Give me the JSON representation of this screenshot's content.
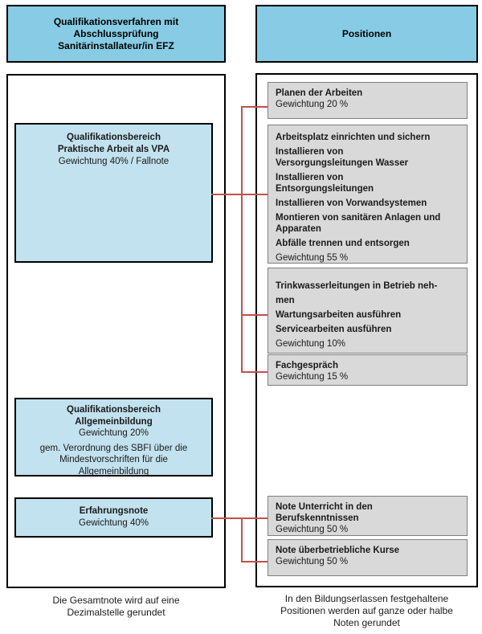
{
  "colors": {
    "header_blue": "#87CCE4",
    "content_blue": "#C2E2EF",
    "position_gray": "#D9D9D9",
    "connector_red": "#C0504D",
    "border_black": "#000000"
  },
  "headers": {
    "left_lines": [
      "Qualifikationsverfahren mit",
      "Abschlussprüfung",
      "Sanitärinstallateur/in EFZ"
    ],
    "right": "Positionen"
  },
  "qualification_areas": {
    "vpa": {
      "title_lines": [
        "Qualifikationsbereich",
        "Praktische Arbeit als VPA"
      ],
      "weight": "Gewichtung 40% / Fallnote"
    },
    "allgemeinbildung": {
      "title_lines": [
        "Qualifikationsbereich",
        "Allgemeinbildung"
      ],
      "weight": "Gewichtung 20%",
      "note_lines": [
        "gem. Verordnung des SBFI über die",
        "Mindestvorschriften für die",
        "Allgemeinbildung"
      ]
    },
    "erfahrungsnote": {
      "title": "Erfahrungsnote",
      "weight": "Gewichtung 40%"
    }
  },
  "positions": {
    "boxes": [
      {
        "paragraphs": [
          [
            "Planen der Arbeiten"
          ]
        ],
        "weight": "Gewichtung 20 %"
      },
      {
        "paragraphs": [
          [
            "Arbeitsplatz einrichten und sichern"
          ],
          [
            "Installieren von",
            "Versorgungsleitungen Wasser"
          ],
          [
            "Installieren von",
            "Entsorgungsleitungen"
          ],
          [
            "Installieren von Vorwandsystemen"
          ],
          [
            "Montieren von sanitären Anlagen und",
            "Apparaten"
          ],
          [
            "Abfälle trennen und entsorgen"
          ]
        ],
        "weight": "Gewichtung 55 %"
      },
      {
        "paragraphs": [
          [
            "Trinkwasserleitungen in Betrieb neh-"
          ],
          [
            "men"
          ],
          [
            "Wartungsarbeiten ausführen"
          ],
          [
            "Servicearbeiten ausführen"
          ]
        ],
        "weight": "Gewichtung 10%"
      },
      {
        "paragraphs": [
          [
            "Fachgespräch"
          ]
        ],
        "weight": "Gewichtung 15 %"
      },
      {
        "paragraphs": [
          [
            "Note Unterricht in den",
            "Berufskenntnissen"
          ]
        ],
        "weight": "Gewichtung 50 %"
      },
      {
        "paragraphs": [
          [
            "Note überbetriebliche Kurse"
          ]
        ],
        "weight": "Gewichtung 50 %"
      }
    ]
  },
  "footnotes": {
    "left_lines": [
      "Die Gesamtnote wird auf eine",
      "Dezimalstelle gerundet"
    ],
    "right_lines": [
      "In den Bildungserlassen festgehaltene",
      "Positionen werden auf ganze oder halbe",
      "Noten gerundet"
    ]
  }
}
